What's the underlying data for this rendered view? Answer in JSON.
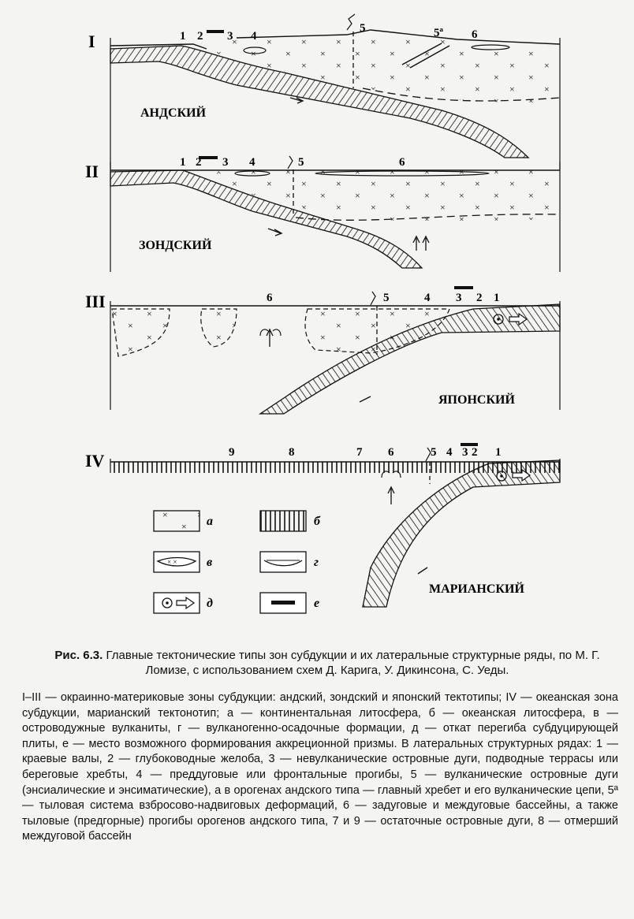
{
  "figure": {
    "profiles": [
      {
        "roman": "I",
        "type_name": "АНДСКИЙ",
        "labels": [
          "1",
          "2",
          "3",
          "4",
          "5",
          "5ª",
          "6"
        ]
      },
      {
        "roman": "II",
        "type_name": "ЗОНДСКИЙ",
        "labels": [
          "1",
          "2",
          "3",
          "4",
          "5",
          "6"
        ]
      },
      {
        "roman": "III",
        "type_name": "ЯПОНСКИЙ",
        "labels": [
          "6",
          "5",
          "4",
          "3",
          "2",
          "1"
        ]
      },
      {
        "roman": "IV",
        "type_name": "МАРИАНСКИЙ",
        "labels": [
          "9",
          "8",
          "7",
          "6",
          "5",
          "4",
          "3",
          "2",
          "1"
        ]
      }
    ],
    "legend": [
      {
        "key": "а",
        "symbol": "crosses"
      },
      {
        "key": "б",
        "symbol": "hatch"
      },
      {
        "key": "в",
        "symbol": "volcanic-lens"
      },
      {
        "key": "г",
        "symbol": "sediment-lens"
      },
      {
        "key": "д",
        "symbol": "rollback-arrow"
      },
      {
        "key": "е",
        "symbol": "thick-bar"
      }
    ]
  },
  "caption": {
    "number": "Рис. 6.3.",
    "title": "Главные тектонические типы зон субдукции и их латеральные структурные ряды, по М. Г. Ломизе, с использованием схем Д. Карига, У. Дикинсона, С. Уеды."
  },
  "legend_text": "I–III — окраинно-материковые зоны субдукции: андский, зондский и японский тектотипы; IV — океанская зона субдукции, марианский тектонотип; а — континентальная литосфера, б — океанская литосфера, в — островодужные вулканиты, г — вулканогенно-осадочные формации, д — откат перегиба субдуцирующей плиты, е — место возможного формирования аккреционной призмы. В латеральных структурных рядах: 1 — краевые валы, 2 — глубоководные желоба, 3 — невулканические островные дуги, подводные террасы или береговые хребты, 4 — преддуговые или фронтальные прогибы, 5 — вулканические островные дуги (энсиалические и энсиматические), а в орогенах андского типа — главный хребет и его вулканические цепи, 5ª — тыловая система взбросово-надвиговых деформаций, 6 — задуговые и междуговые бассейны, а также тыловые (предгорные) прогибы орогенов андского типа, 7 и 9 — остаточные островные дуги, 8 — отмерший междуговой бассейн"
}
